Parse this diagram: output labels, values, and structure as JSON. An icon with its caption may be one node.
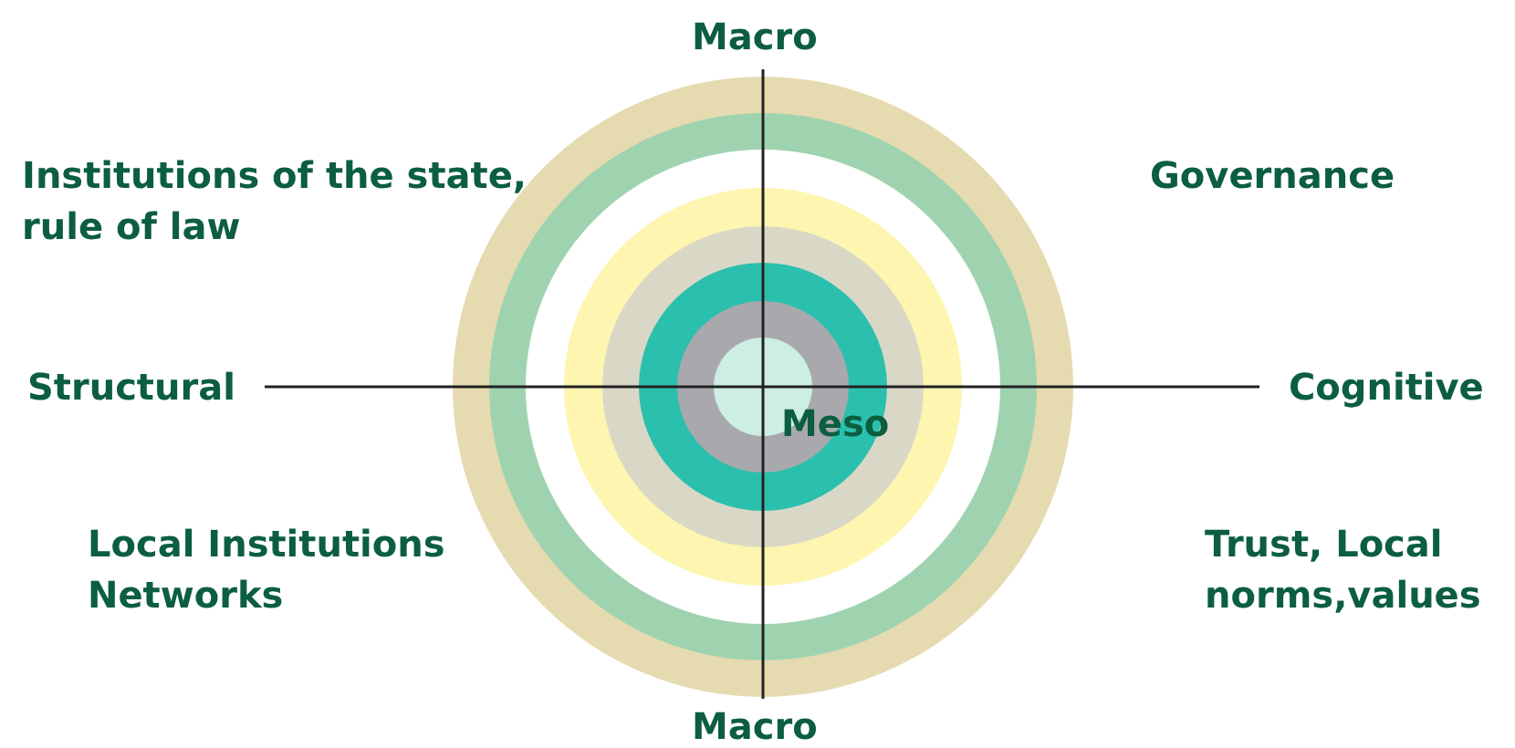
{
  "diagram": {
    "labels": [
      "Macro",
      "Institutions of the state, rule of law",
      "Governance",
      "Structural",
      "Cognitive",
      "Meso",
      "Local Institutions Networks",
      "Trust, Local norms,values",
      "Macro"
    ]
  }
}
